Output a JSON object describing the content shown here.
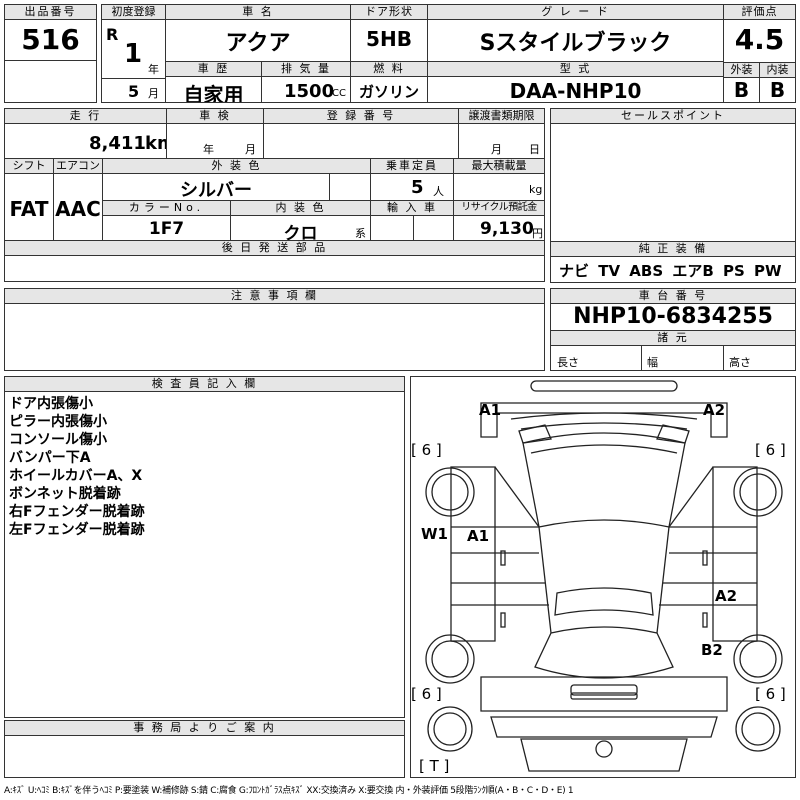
{
  "header": {
    "lot_label": "出品番号",
    "lot": "516",
    "first_reg_label": "初度登録",
    "era": "R",
    "reg_year": "1",
    "year_unit": "年",
    "reg_month": "5",
    "month_unit": "月",
    "car_name_label": "車 名",
    "car_name": "アクア",
    "door_label": "ドア形状",
    "door": "5HB",
    "grade_label": "グ レ ー ド",
    "grade": "Sスタイルブラック",
    "score_label": "評価点",
    "score": "4.5",
    "history_label": "車 歴",
    "history": "自家用",
    "displacement_label": "排 気 量",
    "displacement": "1500",
    "cc_unit": "CC",
    "fuel_label": "燃 料",
    "fuel": "ガソリン",
    "model_label": "型 式",
    "model": "DAA-NHP10",
    "exterior_label": "外装",
    "exterior": "B",
    "interior_label": "内装",
    "interior": "B"
  },
  "row2": {
    "mileage_label": "走 行",
    "mileage": "8,411",
    "km_unit": "km",
    "inspection_label": "車 検",
    "insp_year_unit": "年",
    "insp_month_unit": "月",
    "reg_no_label": "登 録 番 号",
    "transfer_label": "譲渡書類期限",
    "transfer_month_unit": "月",
    "transfer_day_unit": "日",
    "shift_label": "シフト",
    "shift": "FAT",
    "ac_label": "エアコン",
    "ac": "AAC",
    "ext_color_label": "外 装 色",
    "ext_color": "シルバー",
    "capacity_label": "乗車定員",
    "capacity": "5",
    "capacity_unit": "人",
    "max_load_label": "最大積載量",
    "max_load_unit": "kg",
    "color_no_label": "カラーNo.",
    "color_no": "1F7",
    "int_color_label": "内 装 色",
    "int_color": "クロ",
    "int_color_unit": "系",
    "import_label": "輸 入 車",
    "recycle_label": "リサイクル預託金",
    "recycle": "9,130",
    "recycle_unit": "円",
    "rear_parts_label": "後 日 発 送 部 品"
  },
  "sales_point_label": "セールスポイント",
  "equipment": {
    "label": "純 正 装 備",
    "items": "ナビ TV ABS エアB PS PW"
  },
  "notes_label": "注 意 事 項 欄",
  "chassis": {
    "label": "車 台 番 号",
    "value": "NHP10-6834255"
  },
  "specs": {
    "label": "諸 元",
    "length": "長さ",
    "width": "幅",
    "height": "高さ"
  },
  "inspector": {
    "label": "検 査 員 記 入 欄",
    "remarks": [
      "ドア内張傷小",
      "ピラー内張傷小",
      "コンソール傷小",
      "バンパー下A",
      "ホイールカバーA、X",
      "ボンネット脱着跡",
      "右Fフェンダー脱着跡",
      "左Fフェンダー脱着跡"
    ]
  },
  "office_label": "事 務 局 よ り ご 案 内",
  "diagram": {
    "marks": [
      "A1",
      "A2",
      "W1",
      "A1",
      "A2",
      "B2"
    ],
    "tire_tl": "[ 6 ]",
    "tire_tr": "[ 6 ]",
    "tire_bl": "[ 6 ]",
    "tire_br": "[ 6 ]",
    "trunk": "[ T ]"
  },
  "legend": "A:ｷｽﾞ U:ﾍｺﾐ B:ｷｽﾞを伴うﾍｺﾐ P:要塗装 W:補修跡 S:錆 C:腐食 G:ﾌﾛﾝﾄｶﾞﾗｽ点ｷｽﾞ XX:交換済み X:要交換 内・外装評価 5段階ﾗﾝｸ順(A・B・C・D・E) 1"
}
